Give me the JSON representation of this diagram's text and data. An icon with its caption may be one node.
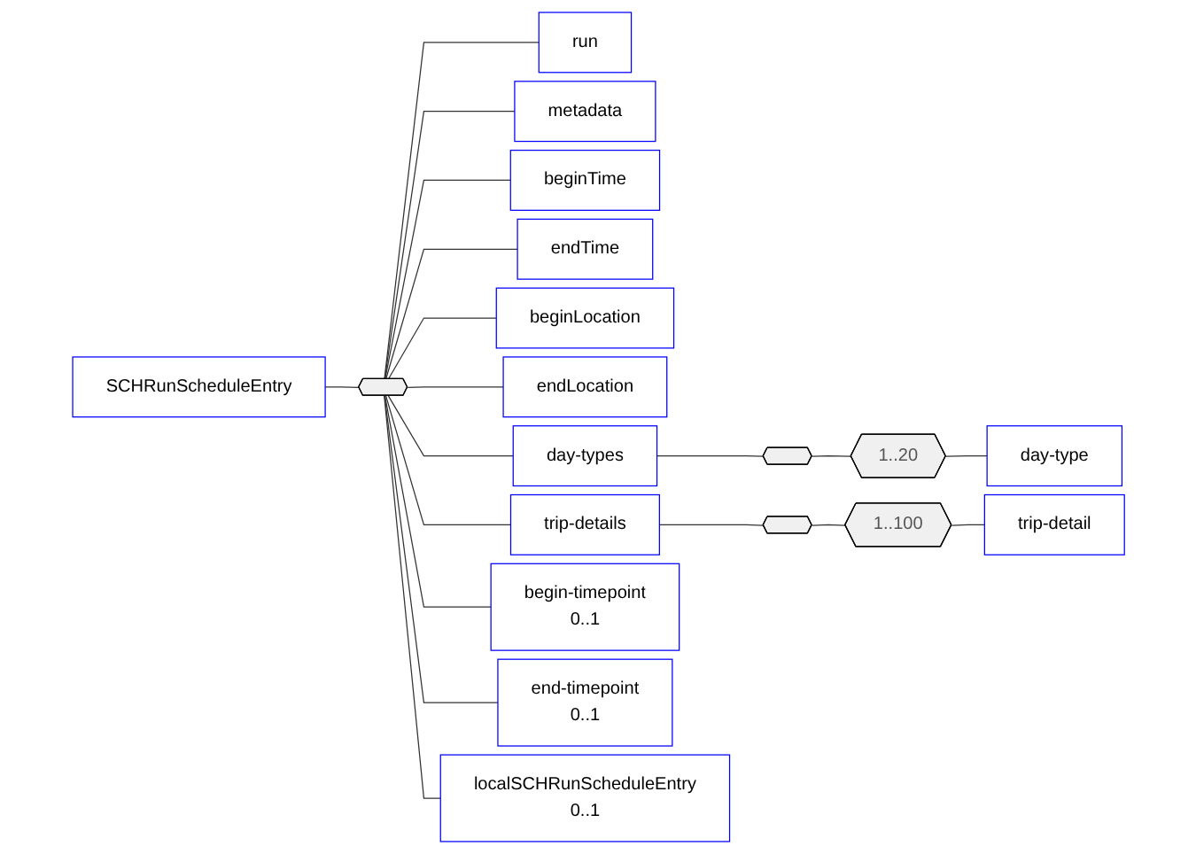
{
  "diagram": {
    "nodes": [
      {
        "text": [
          "SCHRunScheduleEntry"
        ]
      },
      {
        "text": [],
        "shape": "octagon"
      },
      {
        "text": [
          "run"
        ]
      },
      {
        "text": [
          "metadata"
        ]
      },
      {
        "text": [
          "beginTime"
        ]
      },
      {
        "text": [
          "endTime"
        ]
      },
      {
        "text": [
          "beginLocation"
        ]
      },
      {
        "text": [
          "endLocation"
        ]
      },
      {
        "text": [
          "day-types"
        ]
      },
      {
        "text": [],
        "shape": "octagon"
      },
      {
        "text": [
          "1..20"
        ]
      },
      {
        "text": [
          "day-type"
        ]
      },
      {
        "text": [
          "trip-details"
        ]
      },
      {
        "text": [],
        "shape": "octagon"
      },
      {
        "text": [
          "1..100"
        ]
      },
      {
        "text": [
          "trip-detail"
        ]
      },
      {
        "text": [
          "begin-timepoint",
          "0..1"
        ]
      },
      {
        "text": [
          "end-timepoint",
          "0..1"
        ]
      },
      {
        "text": [
          "localSCHRunScheduleEntry",
          "0..1"
        ]
      }
    ],
    "edges": [
      {
        "from": 0,
        "to": 1,
        "arrow": "none"
      },
      {
        "from": 1,
        "to": 2,
        "arrow": "none"
      },
      {
        "from": 1,
        "to": 3,
        "arrow": "none"
      },
      {
        "from": 1,
        "to": 4,
        "arrow": "none"
      },
      {
        "from": 1,
        "to": 5,
        "arrow": "none"
      },
      {
        "from": 1,
        "to": 6,
        "arrow": "none"
      },
      {
        "from": 1,
        "to": 7,
        "arrow": "none"
      },
      {
        "from": 1,
        "to": 8,
        "arrow": "none"
      },
      {
        "from": 8,
        "to": 9,
        "arrow": "none"
      },
      {
        "from": 9,
        "to": 10,
        "arrow": "none"
      },
      {
        "from": 10,
        "to": 11,
        "arrow": "none"
      },
      {
        "from": 1,
        "to": 12,
        "arrow": "none"
      },
      {
        "from": 12,
        "to": 13,
        "arrow": "none"
      },
      {
        "from": 13,
        "to": 14,
        "arrow": "none"
      },
      {
        "from": 14,
        "to": 15,
        "arrow": "none"
      },
      {
        "from": 1,
        "to": 16,
        "arrow": "none"
      },
      {
        "from": 1,
        "to": 17,
        "arrow": "none"
      },
      {
        "from": 1,
        "to": 18,
        "arrow": "none"
      }
    ]
  }
}
